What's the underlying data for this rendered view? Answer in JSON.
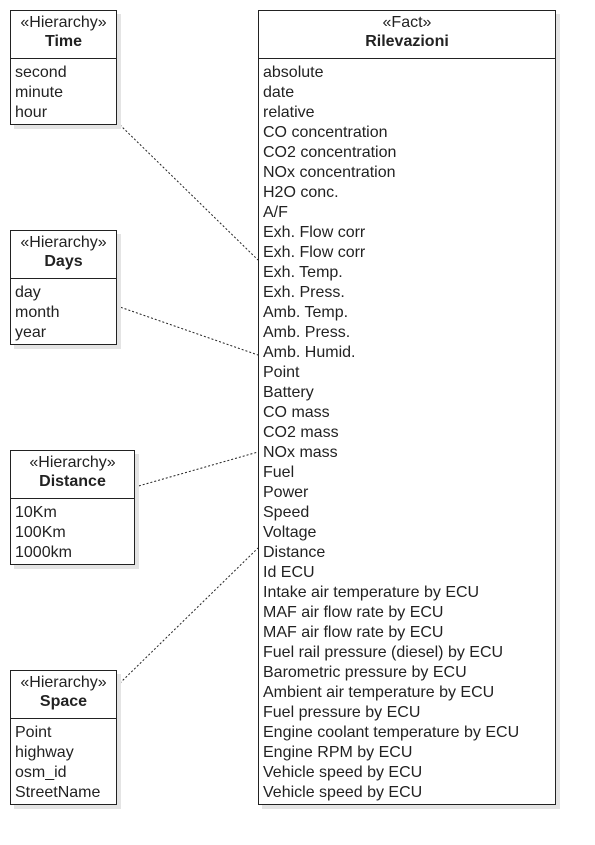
{
  "hierarchies": {
    "time": {
      "stereotype": "«Hierarchy»",
      "name": "Time",
      "attributes": [
        "second",
        "minute",
        "hour"
      ]
    },
    "days": {
      "stereotype": "«Hierarchy»",
      "name": "Days",
      "attributes": [
        "day",
        "month",
        "year"
      ]
    },
    "distance": {
      "stereotype": "«Hierarchy»",
      "name": "Distance",
      "attributes": [
        "10Km",
        "100Km",
        "1000km"
      ]
    },
    "space": {
      "stereotype": "«Hierarchy»",
      "name": "Space",
      "attributes": [
        "Point",
        "highway",
        "osm_id",
        "StreetName"
      ]
    }
  },
  "fact": {
    "stereotype": "«Fact»",
    "name": "Rilevazioni",
    "attributes": [
      "absolute",
      "date",
      "relative",
      "CO concentration",
      "CO2 concentration",
      "NOx concentration",
      "H2O conc.",
      "A/F",
      "Exh. Flow corr",
      "Exh. Flow corr",
      "Exh. Temp.",
      "Exh. Press.",
      "Amb. Temp.",
      "Amb. Press.",
      "Amb. Humid.",
      "Point",
      "Battery",
      "CO mass",
      "CO2 mass",
      "NOx mass",
      "Fuel",
      "Power",
      "Speed",
      "Voltage",
      "Distance",
      "Id ECU",
      "Intake air temperature by ECU",
      "MAF air flow rate by ECU",
      "MAF air flow rate by ECU",
      "Fuel rail pressure (diesel) by ECU",
      "Barometric pressure by ECU",
      "Ambient air temperature by ECU",
      "Fuel pressure by ECU",
      "Engine coolant temperature by ECU",
      "Engine RPM by ECU",
      "Vehicle speed by ECU",
      "Vehicle speed by ECU"
    ]
  },
  "colors": {
    "stroke": "#222222",
    "shadow": "#e4e4e4",
    "background": "#ffffff"
  }
}
